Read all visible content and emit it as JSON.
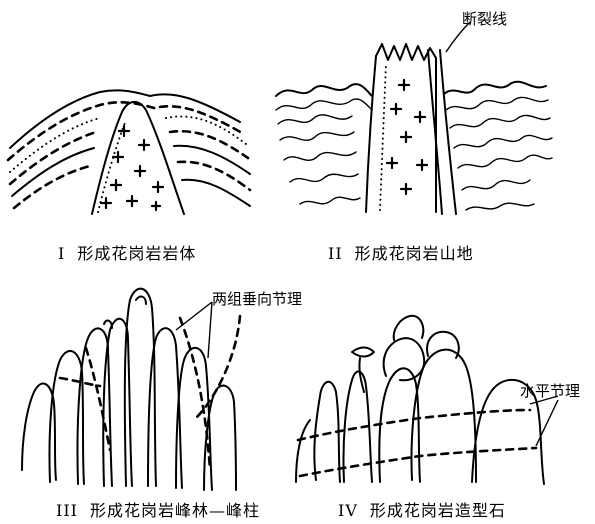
{
  "panels": [
    {
      "numeral": "I",
      "caption": "形成花岗岩岩体"
    },
    {
      "numeral": "II",
      "caption": "形成花岗岩山地",
      "annotation": "断裂线"
    },
    {
      "numeral": "III",
      "caption": "形成花岗岩峰林—峰柱",
      "annotation": "两组垂向节理"
    },
    {
      "numeral": "IV",
      "caption": "形成花岗岩造型石",
      "annotation": "水平节理"
    }
  ]
}
